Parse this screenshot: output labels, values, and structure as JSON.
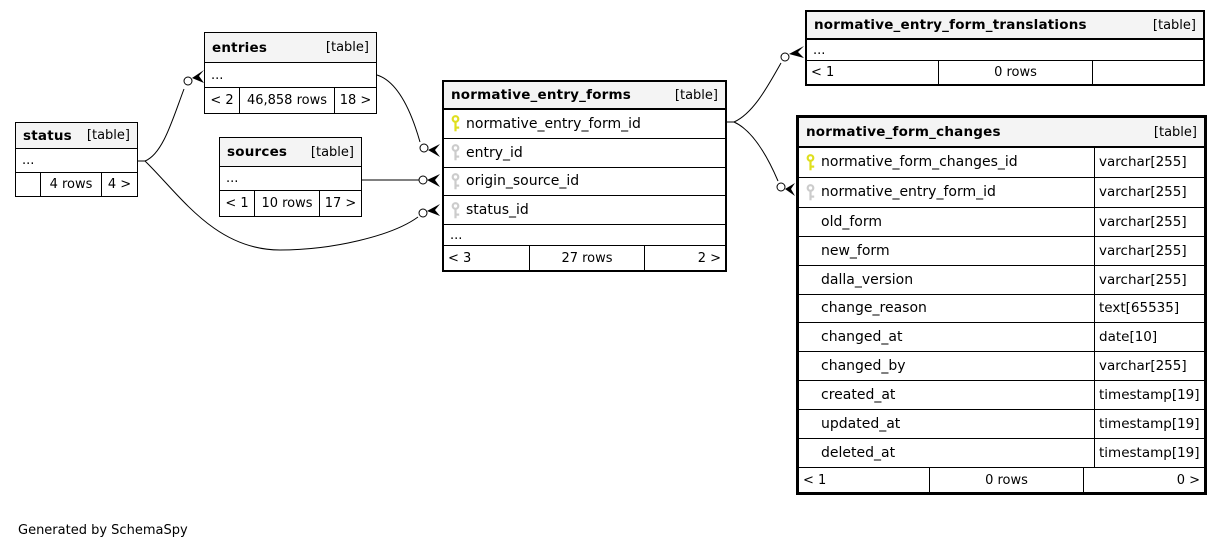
{
  "page": {
    "generated_by": "Generated by SchemaSpy"
  },
  "colors": {
    "primary_key": "#dfdf1f",
    "foreign_key": "#cccccc",
    "header_bg": "#f4f4f4",
    "border": "#000000",
    "edge": "#000000"
  },
  "tables": {
    "status": {
      "name": "status",
      "tag": "[table]",
      "ellipsis": "...",
      "columns": [],
      "footer": {
        "left": "",
        "center": "4 rows",
        "right": "4 >"
      }
    },
    "entries": {
      "name": "entries",
      "tag": "[table]",
      "ellipsis": "...",
      "columns": [],
      "footer": {
        "left": "< 2",
        "center": "46,858 rows",
        "right": "18 >"
      }
    },
    "sources": {
      "name": "sources",
      "tag": "[table]",
      "ellipsis": "...",
      "columns": [],
      "footer": {
        "left": "< 1",
        "center": "10 rows",
        "right": "17 >"
      }
    },
    "normative_entry_forms": {
      "name": "normative_entry_forms",
      "tag": "[table]",
      "ellipsis": "...",
      "columns": [
        {
          "name": "normative_entry_form_id",
          "key": "primary"
        },
        {
          "name": "entry_id",
          "key": "foreign"
        },
        {
          "name": "origin_source_id",
          "key": "foreign"
        },
        {
          "name": "status_id",
          "key": "foreign"
        }
      ],
      "footer": {
        "left": "< 3",
        "center": "27 rows",
        "right": "2 >"
      }
    },
    "normative_entry_form_translations": {
      "name": "normative_entry_form_translations",
      "tag": "[table]",
      "ellipsis": "...",
      "columns": [],
      "footer": {
        "left": "< 1",
        "center": "0 rows",
        "right": ""
      }
    },
    "normative_form_changes": {
      "name": "normative_form_changes",
      "tag": "[table]",
      "columns": [
        {
          "name": "normative_form_changes_id",
          "type": "varchar[255]",
          "key": "primary"
        },
        {
          "name": "normative_entry_form_id",
          "type": "varchar[255]",
          "key": "foreign"
        },
        {
          "name": "old_form",
          "type": "varchar[255]"
        },
        {
          "name": "new_form",
          "type": "varchar[255]"
        },
        {
          "name": "dalla_version",
          "type": "varchar[255]"
        },
        {
          "name": "change_reason",
          "type": "text[65535]"
        },
        {
          "name": "changed_at",
          "type": "date[10]"
        },
        {
          "name": "changed_by",
          "type": "varchar[255]"
        },
        {
          "name": "created_at",
          "type": "timestamp[19]"
        },
        {
          "name": "updated_at",
          "type": "timestamp[19]"
        },
        {
          "name": "deleted_at",
          "type": "timestamp[19]"
        }
      ],
      "footer": {
        "left": "< 1",
        "center": "0 rows",
        "right": "0 >"
      }
    }
  },
  "relationships": [
    {
      "from": "status",
      "to": "entries"
    },
    {
      "from": "status",
      "to": "normative_entry_forms.status_id"
    },
    {
      "from": "entries",
      "to": "normative_entry_forms.entry_id"
    },
    {
      "from": "sources",
      "to": "normative_entry_forms.origin_source_id"
    },
    {
      "from": "normative_entry_forms.normative_entry_form_id",
      "to": "normative_entry_form_translations"
    },
    {
      "from": "normative_entry_forms.normative_entry_form_id",
      "to": "normative_form_changes.normative_entry_form_id"
    }
  ]
}
